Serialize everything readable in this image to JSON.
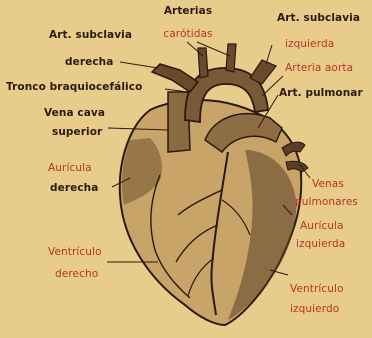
{
  "labels": {
    "arterias": "Arterias",
    "carotidas": "carótidas",
    "subclavia_der_1": "Art. subclavia",
    "subclavia_der_2": "derecha",
    "subclavia_izq_1": "Art. subclavia",
    "subclavia_izq_2": "izquierda",
    "tronco": "Tronco braquiocefálico",
    "aorta": "Arteria aorta",
    "pulmonar": "Art. pulmonar",
    "vena_cava_1": "Vena cava",
    "vena_cava_2": "superior",
    "auricula_der_1": "Aurícula",
    "auricula_der_2": "derecha",
    "venas_pulm_1": "Venas",
    "venas_pulm_2": "pulmonares",
    "auricula_izq_1": "Aurícula",
    "auricula_izq_2": "izquierda",
    "ventriculo_der_1": "Ventrículo",
    "ventriculo_der_2": "derecho",
    "ventriculo_izq_1": "Ventrículo",
    "ventriculo_izq_2": "izquierdo"
  },
  "colors": {
    "background": "#e8cc8c",
    "ink": "#2a1a10",
    "red_label": "#b8322a"
  }
}
